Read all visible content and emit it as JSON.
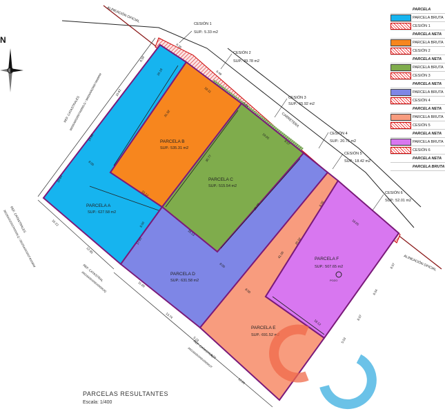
{
  "title": "PARCELAS RESULTANTES",
  "scale": "Escala: 1/400",
  "north": "N",
  "alineacion_label": "ALINEACIÓN OFICIAL",
  "carretera_label": "CARRETERA",
  "pozo_label": "POZO",
  "parcels": {
    "a": {
      "name": "PARCELA A",
      "area": "SUP.: 627.58 m2",
      "color": "#16b4ef"
    },
    "b": {
      "name": "PARCELA B",
      "area": "SUP.: 535.31 m2",
      "color": "#f7861e"
    },
    "c": {
      "name": "PARCELA C",
      "area": "SUP.: 515.54 m2",
      "color": "#7fac4c"
    },
    "d": {
      "name": "PARCELA D",
      "area": "SUP.: 631.58 m2",
      "color": "#7e86e6"
    },
    "e": {
      "name": "PARCELA E",
      "area": "SUP.: 691.52 m2",
      "color": "#f89c7e"
    },
    "f": {
      "name": "PARCELA F",
      "area": "SUP.: 507.65 m2",
      "color": "#d877f0"
    }
  },
  "cesiones": [
    {
      "name": "CESIÓN 1",
      "area": "SUP.: 5.33 m2"
    },
    {
      "name": "CESIÓN 2",
      "area": "SUP.: 39.78 m2"
    },
    {
      "name": "CESIÓN 3",
      "area": "SUP.: 65.92 m2"
    },
    {
      "name": "CESIÓN 4",
      "area": "SUP.: 20.75 m2"
    },
    {
      "name": "CESIÓN 5",
      "area": "SUP.: 18.42 m2"
    },
    {
      "name": "CESIÓN 6",
      "area": "SUP.: 52.01 m2"
    }
  ],
  "ref_catastral": [
    {
      "label": "REF. CATASTRALES",
      "codes": "36026A002000740000LQ / 36026A00200074000RW"
    },
    {
      "label": "REF. CATASTRALES",
      "codes": "36026A002000740000LQ / 36026A00200074000RW"
    },
    {
      "label": "REF. CATASTRAL",
      "codes": "36026A002000200000JQ"
    },
    {
      "label": "REF. CATASTRAL",
      "codes": "36026A002000200000JT"
    }
  ],
  "dimensions": [
    "6.59",
    "10.62",
    "14.88",
    "10.64",
    "10.22",
    "12.95",
    "11.00",
    "13.74",
    "5.23",
    "6.32",
    "12.00",
    "31.92",
    "30.77",
    "29.69",
    "41.00",
    "20.92",
    "18.12",
    "15.12",
    "16.13",
    "8.00",
    "8.00",
    "18.11",
    "18.05",
    "19.05",
    "8.00",
    "8.00",
    "8.97",
    "8.94",
    "6.49",
    "5.53",
    "8.97",
    "6.35",
    "5.64",
    "8.57",
    "17.92",
    "20.18",
    "8.00"
  ],
  "legend": [
    {
      "kind": "head",
      "text": "PARCELA"
    },
    {
      "kind": "swatch",
      "color": "#16b4ef",
      "text": "PARCELA BRUTA"
    },
    {
      "kind": "hatch",
      "text": "CESIÓN 1"
    },
    {
      "kind": "head",
      "text": "PARCELA NETA"
    },
    {
      "kind": "swatch",
      "color": "#f7861e",
      "text": "PARCELA BRUTA"
    },
    {
      "kind": "hatch",
      "text": "CESIÓN 2"
    },
    {
      "kind": "head",
      "text": "PARCELA NETA"
    },
    {
      "kind": "swatch",
      "color": "#7fac4c",
      "text": "PARCELA BRUTA"
    },
    {
      "kind": "hatch",
      "text": "CESIÓN 3"
    },
    {
      "kind": "head",
      "text": "PARCELA NETA"
    },
    {
      "kind": "swatch",
      "color": "#7e86e6",
      "text": "PARCELA BRUTA"
    },
    {
      "kind": "hatch",
      "text": "CESIÓN 4"
    },
    {
      "kind": "head",
      "text": "PARCELA NETA"
    },
    {
      "kind": "swatch",
      "color": "#f89c7e",
      "text": "PARCELA BRUTA"
    },
    {
      "kind": "hatch",
      "text": "CESIÓN 5"
    },
    {
      "kind": "head",
      "text": "PARCELA NETA"
    },
    {
      "kind": "swatch",
      "color": "#d877f0",
      "text": "PARCELA BRUTA"
    },
    {
      "kind": "hatch",
      "text": "CESIÓN 6"
    },
    {
      "kind": "head",
      "text": "PARCELA NETA"
    },
    {
      "kind": "head",
      "text": "PARCELA BRUTA"
    }
  ]
}
